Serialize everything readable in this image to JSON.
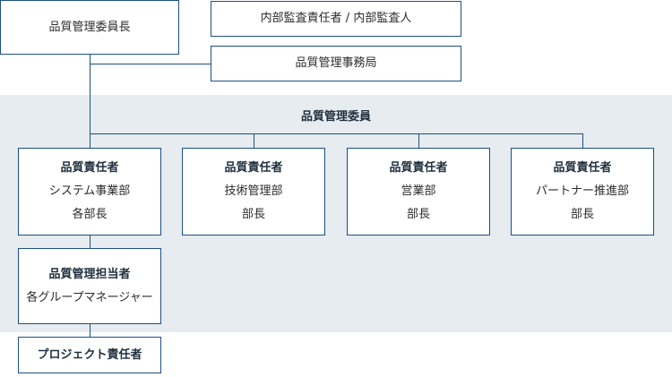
{
  "top": {
    "chair": "品質管理委員長",
    "audit": "内部監査責任者 / 内部監査人",
    "secretariat": "品質管理事務局"
  },
  "committee": {
    "title": "品質管理委員",
    "managers": [
      {
        "title": "品質責任者",
        "line1": "システム事業部",
        "line2": "各部長"
      },
      {
        "title": "品質責任者",
        "line1": "技術管理部",
        "line2": "部長"
      },
      {
        "title": "品質責任者",
        "line1": "営業部",
        "line2": "部長"
      },
      {
        "title": "品質責任者",
        "line1": "パートナー推進部",
        "line2": "部長"
      }
    ],
    "qa_person": {
      "title": "品質管理担当者",
      "line1": "各グループマネージャー"
    }
  },
  "project": {
    "title": "プロジェクト責任者"
  }
}
